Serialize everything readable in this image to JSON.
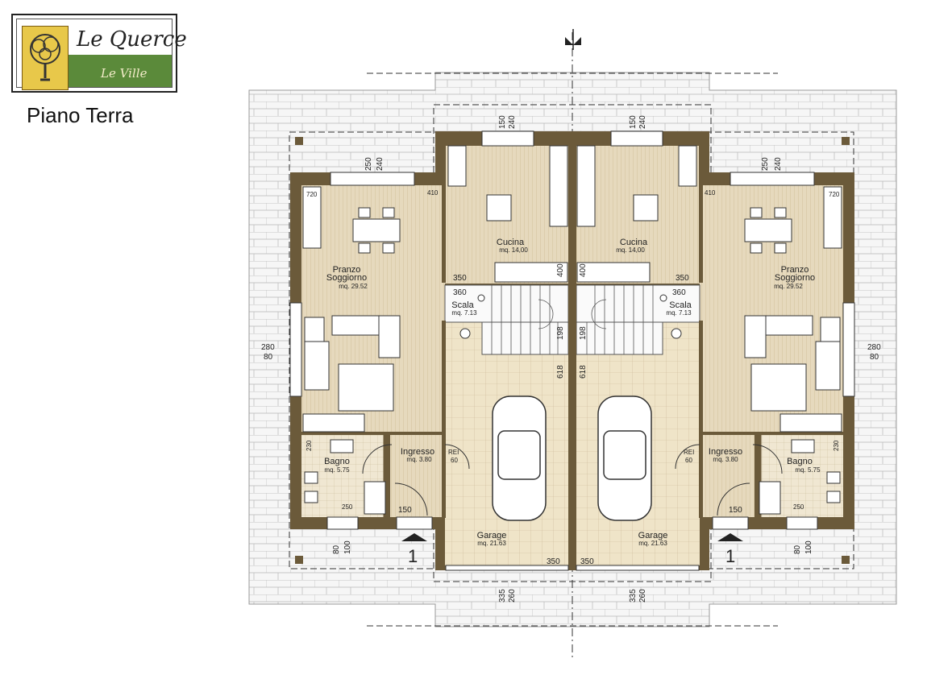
{
  "logo": {
    "title": "Le Querce",
    "subtitle": "Le Ville"
  },
  "page_title": "Piano Terra",
  "north_symbol": "north-arrow",
  "colors": {
    "wall": "#6b5a3a",
    "wood_floor": "#e4d6b8",
    "tile_floor": "#efe3c6",
    "terrace": "#f4f4f4",
    "logo_green": "#5b8a3a",
    "logo_yellow": "#e8c84a"
  },
  "rooms": {
    "left": {
      "cucina": {
        "name": "Cucina",
        "area": "mq. 14,00"
      },
      "pranzo": {
        "name1": "Pranzo",
        "name2": "Soggiorno",
        "area": "mq. 29.52"
      },
      "scala": {
        "name": "Scala",
        "area": "mq. 7.13"
      },
      "ingresso": {
        "name": "Ingresso",
        "area": "mq. 3.80"
      },
      "bagno": {
        "name": "Bagno",
        "area": "mq. 5.75"
      },
      "garage": {
        "name": "Garage",
        "area": "mq. 21.63"
      }
    },
    "right": {
      "cucina": {
        "name": "Cucina",
        "area": "mq. 14,00"
      },
      "pranzo": {
        "name1": "Pranzo",
        "name2": "Soggiorno",
        "area": "mq. 29.52"
      },
      "scala": {
        "name": "Scala",
        "area": "mq. 7.13"
      },
      "ingresso": {
        "name": "Ingresso",
        "area": "mq. 3.80"
      },
      "bagno": {
        "name": "Bagno",
        "area": "mq. 5.75"
      },
      "garage": {
        "name": "Garage",
        "area": "mq. 21.63"
      }
    }
  },
  "dims": {
    "kitchen_win": [
      "150",
      "240"
    ],
    "living_win": [
      "250",
      "240"
    ],
    "d720": "720",
    "d410": "410",
    "d400": "400",
    "d350": "350",
    "d360": "360",
    "d198": "198",
    "d618": "618",
    "d230": "230",
    "d250": "250",
    "d150": "150",
    "rei": [
      "REI",
      "60"
    ],
    "side_win": [
      "280",
      "80"
    ],
    "bottom_win": [
      "80",
      "100"
    ],
    "garage_door": [
      "335",
      "260"
    ],
    "section_label": "1"
  }
}
